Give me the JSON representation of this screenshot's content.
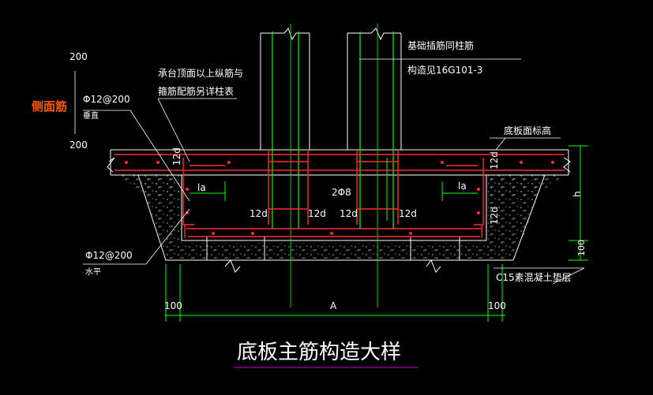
{
  "title": "底板主筋构造大样",
  "side_label": "侧面筋",
  "notes": {
    "column_rebar": "基础插筋同柱筋",
    "column_rebar_ref": "构造见16G101-3",
    "cap_top_line1": "承台顶面以上纵筋与",
    "cap_top_line2": "箍筋配筋另详柱表",
    "slab_top_elev": "底板面标高",
    "cushion": "C15素混凝土垫层"
  },
  "side_rebar": {
    "dim_top": "200",
    "dim_bottom": "200",
    "spec": "Φ12@200",
    "orient": "垂直"
  },
  "horiz_rebar": {
    "spec": "Φ12@200",
    "orient": "水平"
  },
  "labels": {
    "tie": "2Φ8",
    "d12_1": "12d",
    "d12_2": "12d",
    "d12_3": "12d",
    "d12_4": "12d",
    "d12_lt": "12d",
    "d12_rt": "12d",
    "d12_rs": "12d",
    "la_left": "la",
    "la_right": "la",
    "dim_left": "100",
    "dim_right": "100",
    "dim_A": "A",
    "dim_h": "h",
    "dim_100v": "100"
  },
  "colors": {
    "green": "#00ff00",
    "red": "#ff2a2a",
    "white": "#ffffff",
    "orange": "#ff5a00",
    "magenta": "#d000d0"
  }
}
